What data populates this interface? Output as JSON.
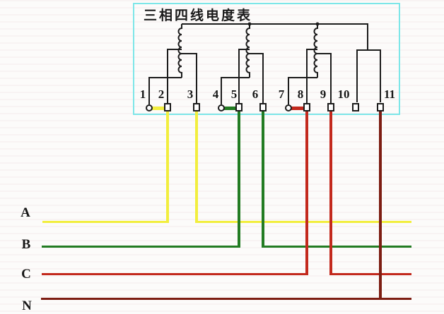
{
  "meter": {
    "title": "三相四线电度表"
  },
  "terminals": {
    "labels": [
      "1",
      "2",
      "3",
      "4",
      "5",
      "6",
      "7",
      "8",
      "9",
      "10",
      "11"
    ]
  },
  "phases": {
    "labels": [
      "A",
      "B",
      "C",
      "N"
    ]
  },
  "colors": {
    "phase_a_yellow": "#f2ee3e",
    "phase_b_green": "#237c23",
    "phase_c_red": "#c3291d",
    "neutral_dark_red": "#7d1d12",
    "meter_box_border_cyan": "#7de6e8",
    "black_wire": "#1c1c1c"
  }
}
